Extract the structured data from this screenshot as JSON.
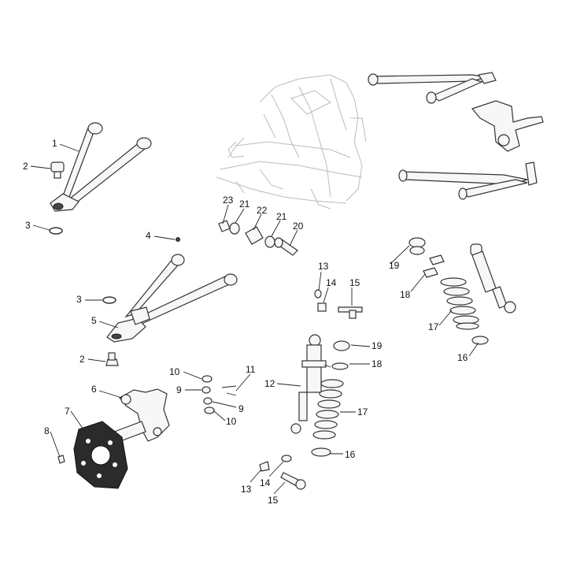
{
  "callouts": {
    "c1": "1",
    "c2a": "2",
    "c3a": "3",
    "c4": "4",
    "c3b": "3",
    "c5": "5",
    "c2b": "2",
    "c6": "6",
    "c7": "7",
    "c8": "8",
    "c10a": "10",
    "c9a": "9",
    "c11": "11",
    "c9b": "9",
    "c10b": "10",
    "c23": "23",
    "c21a": "21",
    "c22": "22",
    "c21b": "21",
    "c20": "20",
    "c13a": "13",
    "c14a": "14",
    "c15a": "15",
    "c12": "12",
    "c19a": "19",
    "c18a": "18",
    "c17a": "17",
    "c16a": "16",
    "c13b": "13",
    "c14b": "14",
    "c15b": "15",
    "c19b": "19",
    "c18b": "18",
    "c17b": "17",
    "c16b": "16"
  }
}
